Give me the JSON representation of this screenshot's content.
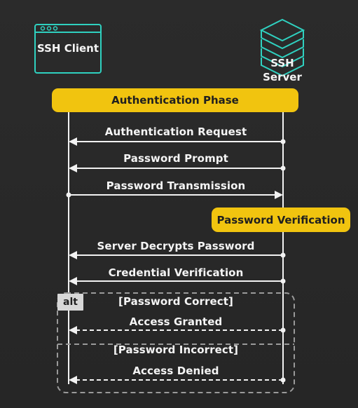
{
  "participants": {
    "client": "SSH Client",
    "server_line1": "SSH",
    "server_line2": "Server"
  },
  "phases": {
    "authentication": "Authentication Phase",
    "verification": "Password Verification"
  },
  "messages": [
    {
      "label": "Authentication Request",
      "from": "server",
      "to": "client",
      "style": "solid"
    },
    {
      "label": "Password Prompt",
      "from": "server",
      "to": "client",
      "style": "solid"
    },
    {
      "label": "Password Transmission",
      "from": "client",
      "to": "server",
      "style": "solid"
    },
    {
      "label": "Server Decrypts Password",
      "from": "server",
      "to": "client",
      "style": "solid"
    },
    {
      "label": "Credential Verification",
      "from": "server",
      "to": "client",
      "style": "solid"
    },
    {
      "label": "Access Granted",
      "from": "server",
      "to": "client",
      "style": "dashed"
    },
    {
      "label": "Access Denied",
      "from": "server",
      "to": "client",
      "style": "dashed"
    }
  ],
  "alt": {
    "tag": "alt",
    "condition_1": "[Password Correct]",
    "condition_2": "[Password Incorrect]"
  },
  "colors": {
    "accent": "#f1c40f",
    "icon": "#2fd1c0",
    "line": "#f2f2f2",
    "background": "#2a2a2a"
  }
}
